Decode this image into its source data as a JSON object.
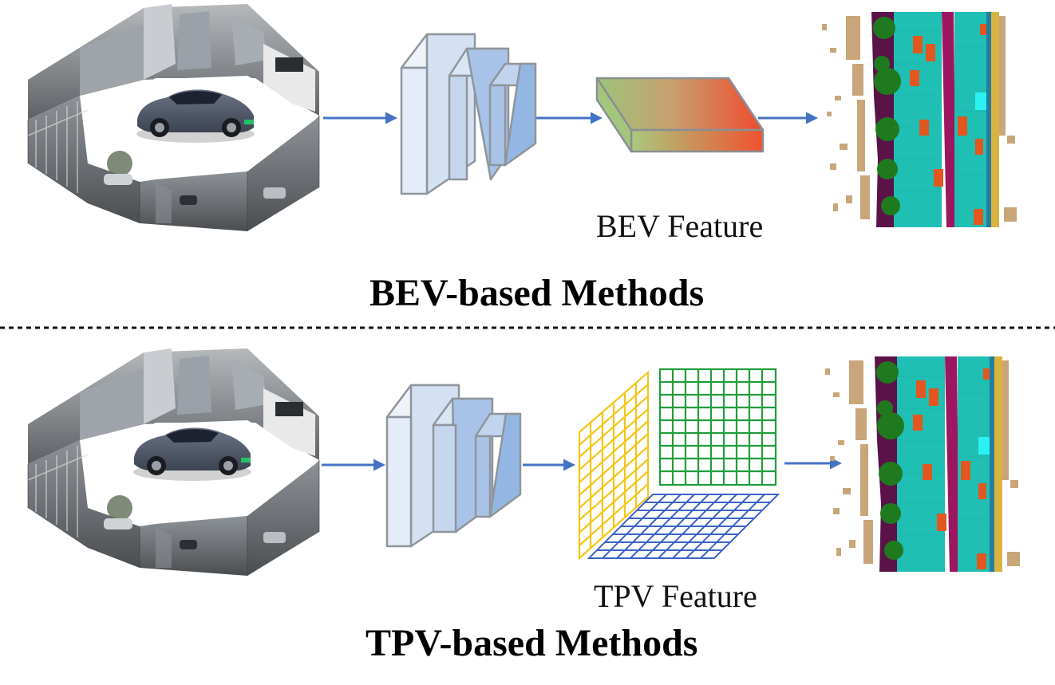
{
  "top_section": {
    "feature_label": "BEV Feature",
    "title": "BEV-based Methods"
  },
  "bottom_section": {
    "feature_label": "TPV Feature",
    "title": "TPV-based Methods"
  },
  "colors": {
    "arrow": "#4472c4",
    "encoder_light": "#dde8f6",
    "encoder_mid": "#bcd3ee",
    "encoder_dark": "#9dbde6",
    "bev_gradient_start": "#9cc47a",
    "bev_gradient_end": "#f04a2e",
    "tpv_side": "#f5c518",
    "tpv_front": "#1f9e3a",
    "tpv_top": "#3a63c4",
    "occupancy_road": "#1fbfb3",
    "occupancy_divider": "#9c1760",
    "occupancy_tree": "#1f7a1f",
    "occupancy_car": "#e2571f",
    "occupancy_sidewalk": "#5a1248",
    "occupancy_building": "#c8a67a"
  },
  "icons": {
    "surround_camera": "surround-view-camera-panorama-icon",
    "car": "ego-car-icon",
    "encoder": "image-encoder-blocks-icon",
    "occupancy": "semantic-occupancy-map-icon"
  }
}
